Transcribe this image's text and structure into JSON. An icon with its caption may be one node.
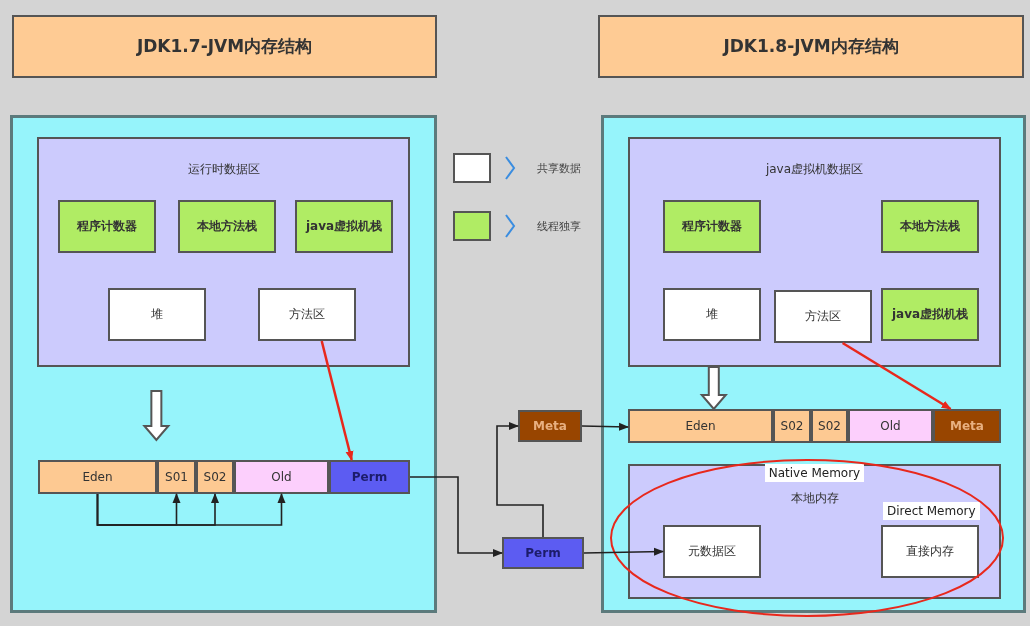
{
  "diagram": {
    "nodes": [
      {
        "text": [
          "JDK1.7-JVM内存结构"
        ]
      },
      {
        "text": [
          "JDK1.8-JVM内存结构"
        ]
      },
      {
        "text": [],
        "shape": "box"
      },
      {
        "text": [
          "运行时数据区"
        ],
        "in": 2
      },
      {
        "text": [
          "程序计数器"
        ],
        "in": 3
      },
      {
        "text": [
          "本地方法栈"
        ],
        "in": 3
      },
      {
        "text": [
          "java虚拟机栈"
        ],
        "in": 3
      },
      {
        "text": [
          "堆"
        ],
        "in": 3
      },
      {
        "text": [
          "方法区"
        ],
        "in": 3
      },
      {
        "text": [
          "Eden"
        ],
        "in": 2
      },
      {
        "text": [
          "S01"
        ],
        "in": 2
      },
      {
        "text": [
          "S02"
        ],
        "in": 2
      },
      {
        "text": [
          "Old"
        ],
        "in": 2
      },
      {
        "text": [
          "Perm"
        ],
        "in": 2
      },
      {
        "text": [],
        "shape": "box"
      },
      {
        "text": [
          "java虚拟机数据区"
        ],
        "in": 14
      },
      {
        "text": [
          "程序计数器"
        ],
        "in": 15
      },
      {
        "text": [
          "本地方法栈"
        ],
        "in": 15
      },
      {
        "text": [
          "堆"
        ],
        "in": 15
      },
      {
        "text": [
          "方法区"
        ],
        "in": 15
      },
      {
        "text": [
          "java虚拟机栈"
        ],
        "in": 15
      },
      {
        "text": [
          "Eden"
        ],
        "in": 14
      },
      {
        "text": [
          "S02"
        ],
        "in": 14
      },
      {
        "text": [
          "S02"
        ],
        "in": 14
      },
      {
        "text": [
          "Old"
        ],
        "in": 14
      },
      {
        "text": [
          "Meta"
        ],
        "in": 14
      },
      {
        "text": [
          "Native Memory",
          "本地内存"
        ],
        "in": 14
      },
      {
        "text": [
          "元数据区"
        ],
        "in": 26
      },
      {
        "text": [
          "Direct Memory",
          "直接内存"
        ],
        "in": 26
      },
      {
        "text": [
          "Meta"
        ]
      },
      {
        "text": [
          "Perm"
        ]
      }
    ],
    "edges": [
      {
        "from": 8,
        "to": 13,
        "arrow": "to",
        "color": "#e8281c"
      },
      {
        "from": 9,
        "to": 10,
        "arrow": "to"
      },
      {
        "from": 9,
        "to": 11,
        "arrow": "to"
      },
      {
        "from": 9,
        "to": 12,
        "arrow": "to"
      },
      {
        "from": 13,
        "to": 30,
        "arrow": "to"
      },
      {
        "from": 30,
        "to": 29,
        "arrow": "to"
      },
      {
        "from": 29,
        "to": 21,
        "arrow": "to"
      },
      {
        "from": 30,
        "to": 27,
        "arrow": "to"
      },
      {
        "from": 19,
        "to": 25,
        "arrow": "to",
        "color": "#e8281c"
      },
      {
        "from": 3,
        "to": 9,
        "arrow": "to",
        "style": "thick"
      },
      {
        "from": 15,
        "to": 21,
        "arrow": "to",
        "style": "thick"
      }
    ],
    "legend": [
      {
        "text": "共享数据",
        "color": "#ffffff"
      },
      {
        "text": "线程独享",
        "color": "#b0ec64"
      }
    ]
  }
}
